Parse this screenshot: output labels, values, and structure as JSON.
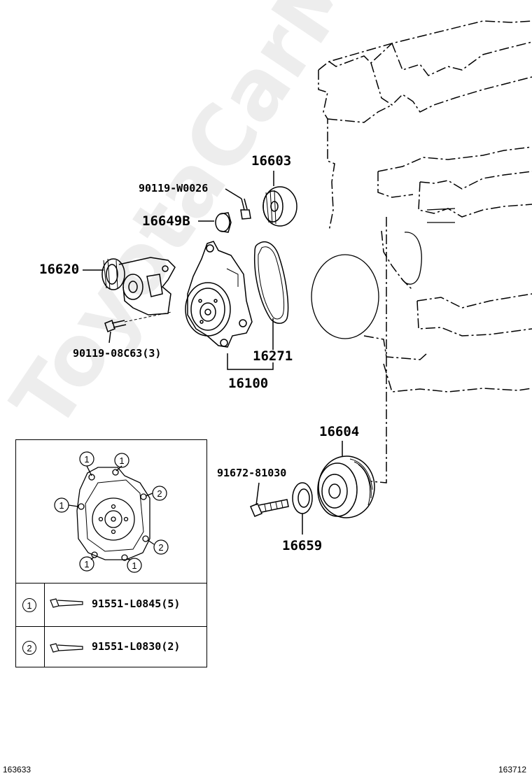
{
  "watermark": "ToyotaCarMine.ru",
  "callouts": {
    "p16603": "16603",
    "p90119_w0026": "90119-W0026",
    "p16649b": "16649B",
    "p16620": "16620",
    "p90119_08c63": "90119-08C63(3)",
    "p16271": "16271",
    "p16100": "16100",
    "p16604": "16604",
    "p91672_81030": "91672-81030",
    "p16659": "16659"
  },
  "inset": {
    "key_1": "1",
    "key_2": "2",
    "row1_part": "91551-L0845(5)",
    "row2_part": "91551-L0830(2)"
  },
  "footer": {
    "left_code": "163633",
    "right_code": "163712"
  }
}
